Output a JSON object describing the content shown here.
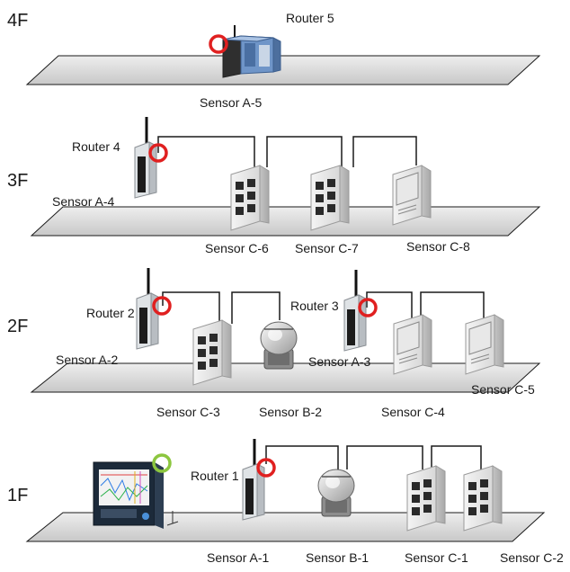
{
  "floors": [
    {
      "id": "4F",
      "label": "4F"
    },
    {
      "id": "3F",
      "label": "3F"
    },
    {
      "id": "2F",
      "label": "2F"
    },
    {
      "id": "1F",
      "label": "1F"
    }
  ],
  "routers": {
    "router5": "Router 5",
    "router4": "Router 4",
    "router2": "Router 2",
    "router3": "Router 3",
    "router1": "Router 1"
  },
  "sensors": {
    "a5": "Sensor A-5",
    "a4": "Sensor A-4",
    "c6": "Sensor C-6",
    "c7": "Sensor C-7",
    "c8": "Sensor C-8",
    "a2": "Sensor A-2",
    "c3": "Sensor C-3",
    "b2": "Sensor B-2",
    "a3": "Sensor A-3",
    "c4": "Sensor C-4",
    "c5": "Sensor C-5",
    "a1": "Sensor A-1",
    "b1": "Sensor B-1",
    "c1": "Sensor C-1",
    "c2": "Sensor C-2"
  },
  "colors": {
    "router_marker": "#e02020",
    "recorder_marker": "#8cc63f",
    "floor_plane": "#d9d9d9",
    "line": "#1a1a1a"
  }
}
